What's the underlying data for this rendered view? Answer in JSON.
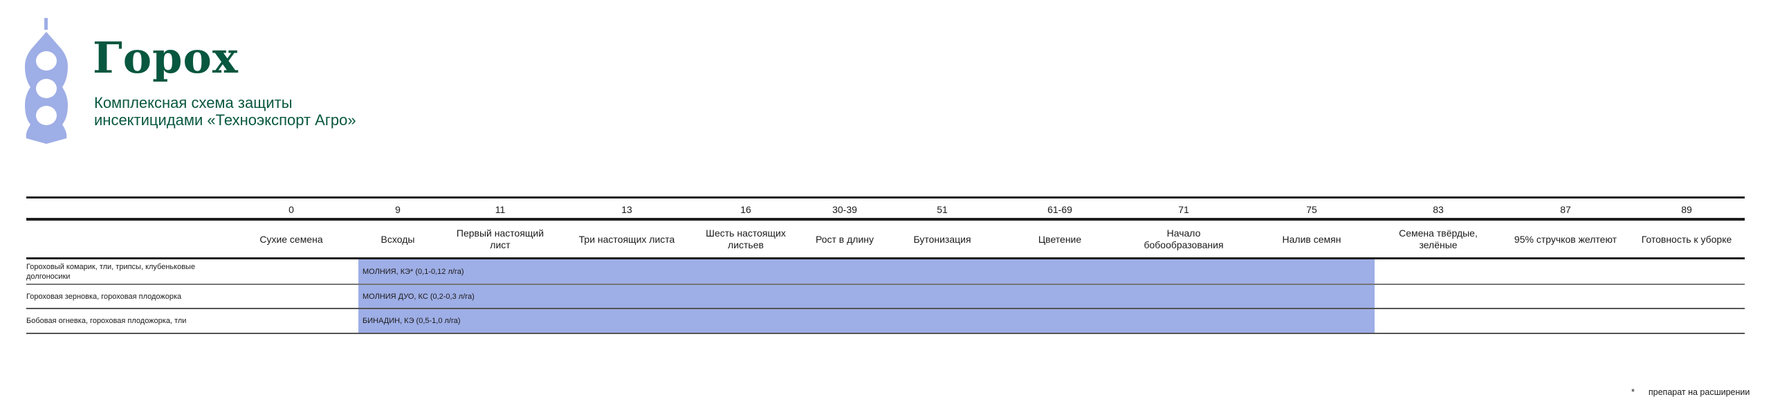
{
  "header": {
    "title": "Горох",
    "subtitle_line1": "Комплексная схема защиты",
    "subtitle_line2": "инсектицидами «Техноэкспорт Агро»",
    "logo_icon": "pea-pod-icon"
  },
  "colors": {
    "brand_green": "#08573f",
    "bar_blue": "#9eaee6",
    "rule": "#1e1e1e"
  },
  "table": {
    "stages": [
      {
        "code": "0",
        "label": "Сухие семена"
      },
      {
        "code": "9",
        "label": "Всходы"
      },
      {
        "code": "11",
        "label": "Первый настоящий лист"
      },
      {
        "code": "13",
        "label": "Три настоящих листа"
      },
      {
        "code": "16",
        "label": "Шесть настоящих листьев"
      },
      {
        "code": "30-39",
        "label": "Рост в длину"
      },
      {
        "code": "51",
        "label": "Бутонизация"
      },
      {
        "code": "61-69",
        "label": "Цветение"
      },
      {
        "code": "71",
        "label": "Начало бобообразования"
      },
      {
        "code": "75",
        "label": "Налив семян"
      },
      {
        "code": "83",
        "label": "Семена твёрдые, зелёные"
      },
      {
        "code": "87",
        "label": "95% стручков желтеют"
      },
      {
        "code": "89",
        "label": "Готовность к уборке"
      }
    ],
    "rows": [
      {
        "pests": "Гороховый комарик, тли, трипсы, клубеньковые долгоносики",
        "product": "МОЛНИЯ, КЭ* (0,1-0,12 л/га)",
        "from_stage": "9",
        "to_stage": "75"
      },
      {
        "pests": "Гороховая зерновка, гороховая плодожорка",
        "product": "МОЛНИЯ ДУО, КС (0,2-0,3 л/га)",
        "from_stage": "9",
        "to_stage": "75"
      },
      {
        "pests": "Бобовая огневка, гороховая плодожорка, тли",
        "product": "БИНАДИН, КЭ (0,5-1,0 л/га)",
        "from_stage": "9",
        "to_stage": "75"
      }
    ]
  },
  "footnote": {
    "mark": "*",
    "text": "препарат на расширении"
  }
}
